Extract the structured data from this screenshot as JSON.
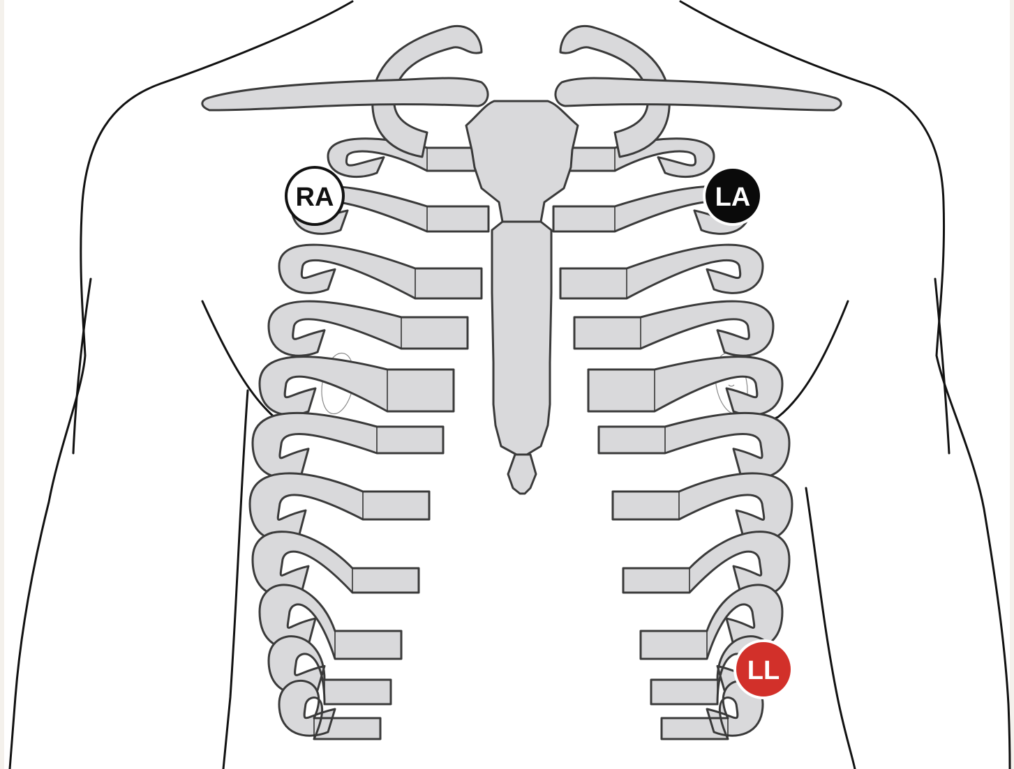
{
  "electrodes": [
    {
      "id": "ra",
      "label": "RA",
      "fill": "#ffffff",
      "stroke": "#111111",
      "text_color": "#111111"
    },
    {
      "id": "la",
      "label": "LA",
      "fill": "#0a0a0a",
      "stroke": "#ffffff",
      "text_color": "#ffffff"
    },
    {
      "id": "ll",
      "label": "LL",
      "fill": "#d2302a",
      "stroke": "#ffffff",
      "text_color": "#ffffff"
    }
  ],
  "colors": {
    "background": "#f4f1ec",
    "skin": "#ffffff",
    "bone": "#d9d9db",
    "outline": "#111111"
  }
}
